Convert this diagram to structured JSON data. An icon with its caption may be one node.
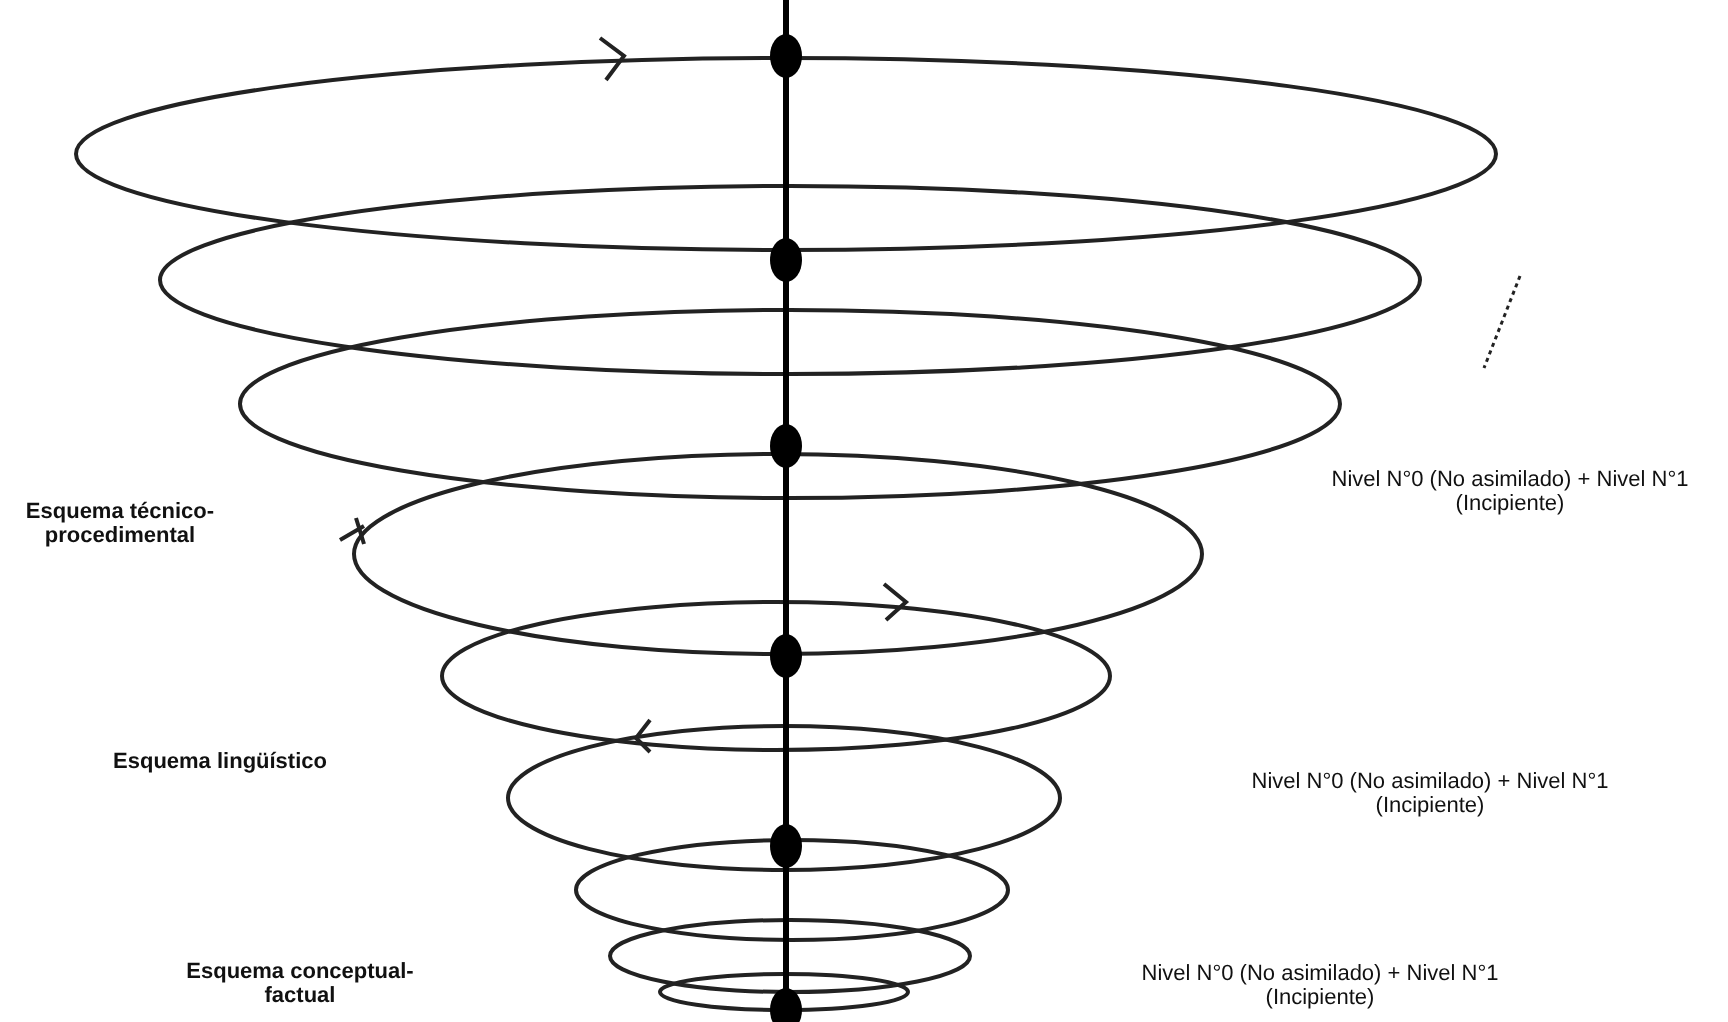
{
  "diagram": {
    "labels": [
      "Esquema técnico-procedimental",
      "Nivel N°0 (No asimilado) + Nivel N°1 (Incipiente)",
      "Esquema lingüístico",
      "Nivel N°0 (No asimilado) + Nivel N°1 (Incipiente)",
      "Esquema conceptual-factual",
      "Nivel N°0 (No asimilado) + Nivel N°1 (Incipiente)"
    ]
  }
}
